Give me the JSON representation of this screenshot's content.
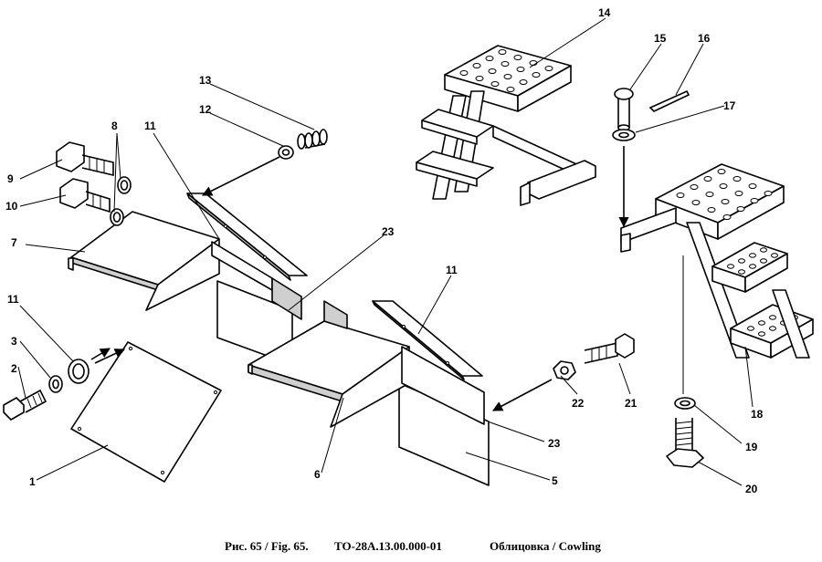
{
  "caption": {
    "figure": "Рис. 65 / Fig. 65.",
    "code": "ТО-28А.13.00.000-01",
    "title": "Облицовка / Cowling"
  },
  "labels": [
    {
      "id": "1",
      "text": "1"
    },
    {
      "id": "2",
      "text": "2"
    },
    {
      "id": "3",
      "text": "3"
    },
    {
      "id": "5",
      "text": "5"
    },
    {
      "id": "6",
      "text": "6"
    },
    {
      "id": "7",
      "text": "7"
    },
    {
      "id": "8",
      "text": "8"
    },
    {
      "id": "9",
      "text": "9"
    },
    {
      "id": "10",
      "text": "10"
    },
    {
      "id": "11a",
      "text": "11"
    },
    {
      "id": "11b",
      "text": "11"
    },
    {
      "id": "11c",
      "text": "11"
    },
    {
      "id": "12",
      "text": "12"
    },
    {
      "id": "13",
      "text": "13"
    },
    {
      "id": "14",
      "text": "14"
    },
    {
      "id": "15",
      "text": "15"
    },
    {
      "id": "16",
      "text": "16"
    },
    {
      "id": "17",
      "text": "17"
    },
    {
      "id": "18",
      "text": "18"
    },
    {
      "id": "19",
      "text": "19"
    },
    {
      "id": "20",
      "text": "20"
    },
    {
      "id": "21",
      "text": "21"
    },
    {
      "id": "22",
      "text": "22"
    },
    {
      "id": "23a",
      "text": "23"
    },
    {
      "id": "23b",
      "text": "23"
    }
  ]
}
